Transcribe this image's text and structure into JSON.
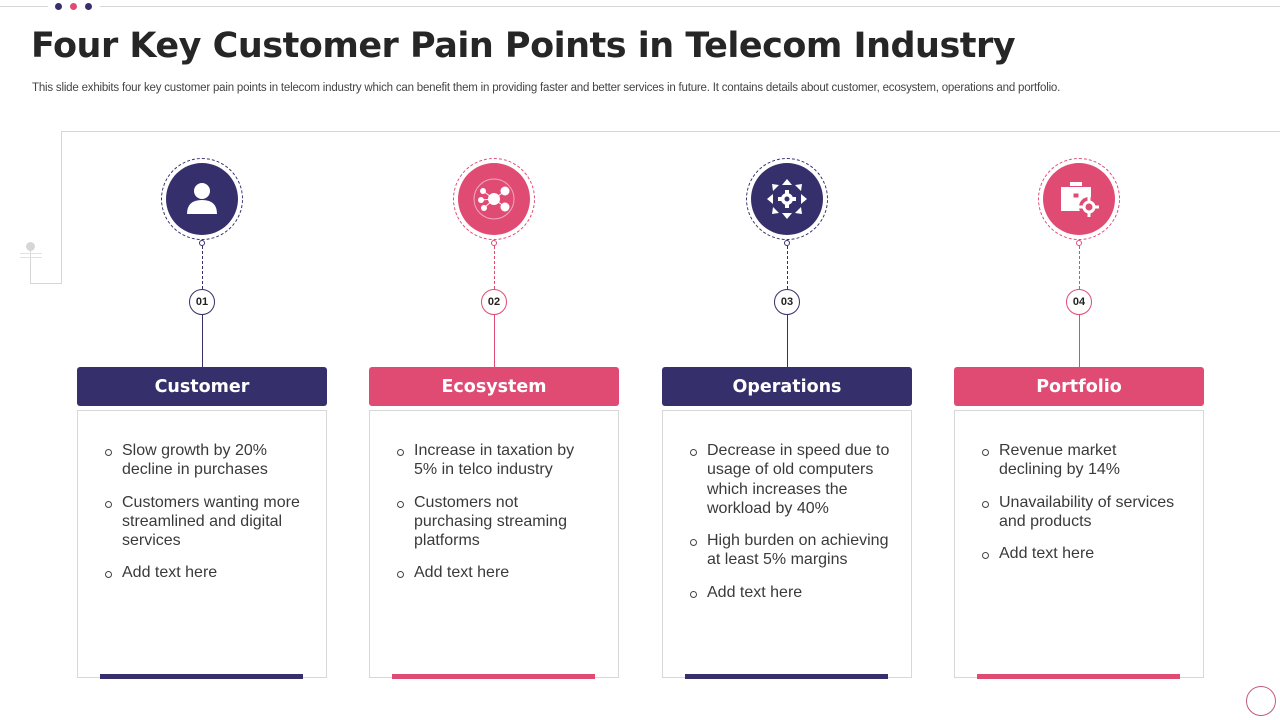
{
  "colors": {
    "navy": "#35306b",
    "pink": "#e04b74",
    "text": "#262626",
    "rule": "#d6d6d6"
  },
  "header": {
    "title": "Four Key Customer Pain Points in Telecom Industry",
    "subtitle": "This slide exhibits four key customer pain points in telecom industry which can benefit them in providing faster and better services in future. It contains details about customer, ecosystem, operations and portfolio."
  },
  "decor": {
    "top_dots": [
      "#35306b",
      "#e04b74",
      "#35306b"
    ]
  },
  "columns": [
    {
      "number": "01",
      "title": "Customer",
      "icon": "user-icon",
      "color": "navy",
      "bullets": [
        "Slow growth by 20% decline in purchases",
        "Customers wanting more streamlined and digital services",
        "Add text here"
      ]
    },
    {
      "number": "02",
      "title": "Ecosystem",
      "icon": "network-nodes-icon",
      "color": "pink",
      "bullets": [
        "Increase  in taxation by 5% in telco industry",
        "Customers not purchasing streaming platforms",
        "Add text here"
      ]
    },
    {
      "number": "03",
      "title": "Operations",
      "icon": "gear-arrows-icon",
      "color": "navy",
      "bullets": [
        "Decrease in speed due to usage of old computers which increases the workload by 40%",
        "High burden on achieving at least 5% margins",
        "Add text here"
      ]
    },
    {
      "number": "04",
      "title": "Portfolio",
      "icon": "briefcase-gear-icon",
      "color": "pink",
      "bullets": [
        "Revenue market declining by 14%",
        "Unavailability of services and products",
        "Add text here"
      ]
    }
  ]
}
